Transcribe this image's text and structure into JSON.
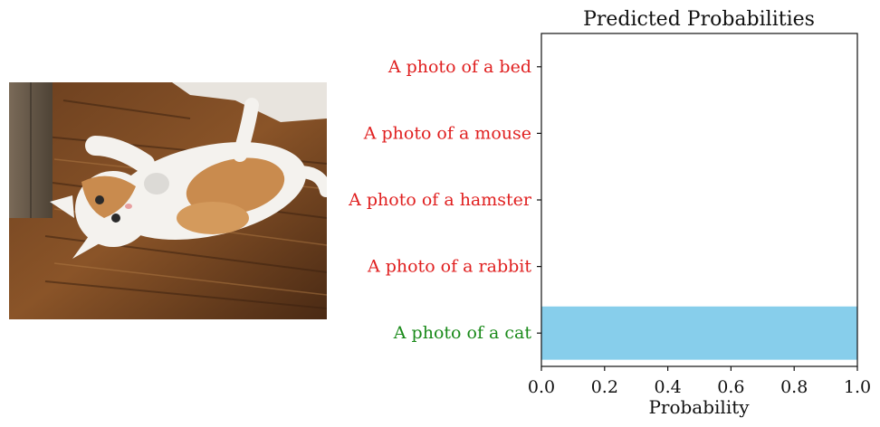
{
  "photo": {
    "icon": "cat-photo-illustration"
  },
  "colors": {
    "bar": "#87CEEB",
    "correct": "#1a8a1a",
    "incorrect": "#e02020",
    "axis": "#111111"
  },
  "chart_data": {
    "type": "bar",
    "orientation": "horizontal",
    "title": "Predicted Probabilities",
    "xlabel": "Probability",
    "ylabel": "",
    "xlim": [
      0.0,
      1.0
    ],
    "xticks": [
      "0.0",
      "0.2",
      "0.4",
      "0.6",
      "0.8",
      "1.0"
    ],
    "categories": [
      "A photo of a cat",
      "A photo of a rabbit",
      "A photo of a hamster",
      "A photo of a mouse",
      "A photo of a bed"
    ],
    "values": [
      1.0,
      0.0,
      0.0,
      0.0,
      0.0
    ],
    "label_status": [
      "correct",
      "incorrect",
      "incorrect",
      "incorrect",
      "incorrect"
    ],
    "grid": false,
    "legend": "none"
  }
}
